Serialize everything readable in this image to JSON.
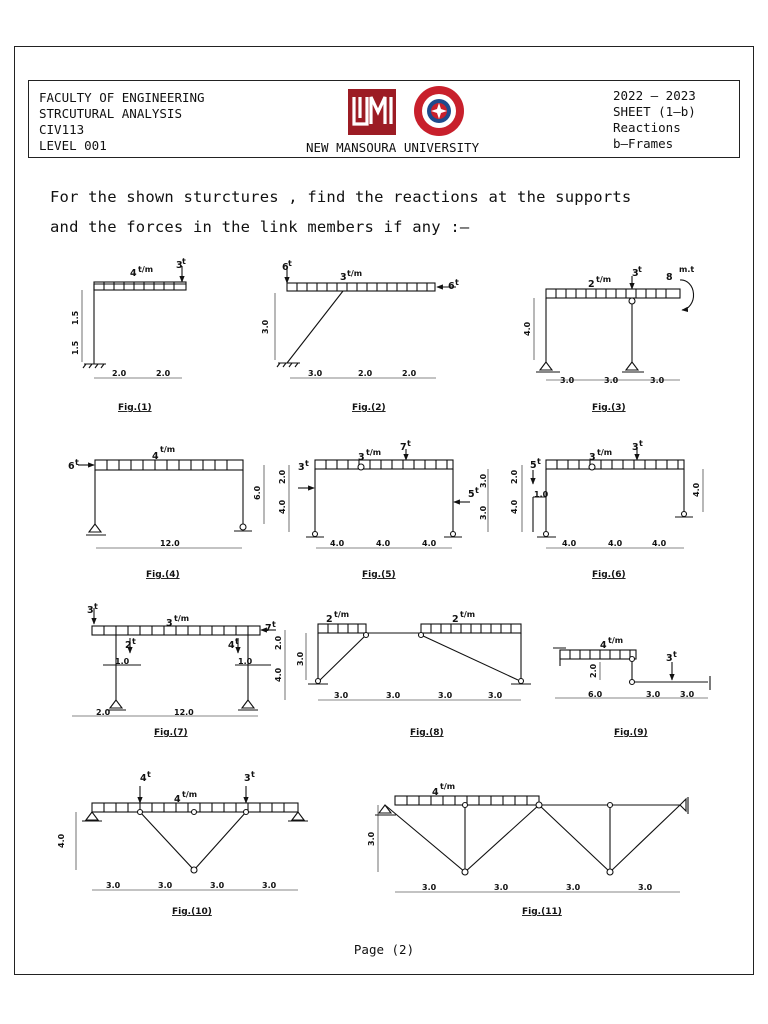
{
  "header": {
    "faculty": "FACULTY OF ENGINEERING",
    "course_name": "STRCUTURAL ANALYSIS",
    "course_code": "CIV113",
    "level": "LEVEL 001",
    "university": "NEW MANSOURA UNIVERSITY",
    "year": "2022 – 2023",
    "sheet": "SHEET (1–b)",
    "topic": "Reactions",
    "subtopic": "b–Frames",
    "seal_text": "NEW MANSOURA UNIVERSITY"
  },
  "question": {
    "line1": "For the shown sturctures , find the reactions at the supports",
    "line2": "and the forces in the link members if any :–"
  },
  "figures": [
    {
      "caption": "Fig.(1)",
      "loads": [
        "4",
        "t/m",
        "3",
        "t"
      ],
      "dims": [
        "1.5",
        "1.5",
        "2.0",
        "2.0"
      ]
    },
    {
      "caption": "Fig.(2)",
      "loads": [
        "6",
        "t",
        "3",
        "t/m",
        "6",
        "t"
      ],
      "dims": [
        "3.0",
        "3.0",
        "2.0",
        "2.0"
      ]
    },
    {
      "caption": "Fig.(3)",
      "loads": [
        "2",
        "t/m",
        "3",
        "t",
        "8",
        "m.t"
      ],
      "dims": [
        "4.0",
        "3.0",
        "3.0",
        "3.0"
      ]
    },
    {
      "caption": "Fig.(4)",
      "loads": [
        "6",
        "t",
        "4",
        "t/m"
      ],
      "dims": [
        "6.0",
        "12.0"
      ]
    },
    {
      "caption": "Fig.(5)",
      "loads": [
        "3",
        "t",
        "3",
        "t/m",
        "7",
        "t",
        "5",
        "t"
      ],
      "dims": [
        "2.0",
        "4.0",
        "3.0",
        "3.0",
        "4.0",
        "4.0",
        "4.0"
      ]
    },
    {
      "caption": "Fig.(6)",
      "loads": [
        "5",
        "t",
        "3",
        "t/m",
        "3",
        "t"
      ],
      "dims": [
        "2.0",
        "1.0",
        "4.0",
        "4.0",
        "4.0",
        "4.0",
        "4.0"
      ]
    },
    {
      "caption": "Fig.(7)",
      "loads": [
        "3",
        "t",
        "3",
        "t/m",
        "7",
        "t",
        "2",
        "t",
        "4",
        "t"
      ],
      "dims": [
        "1.0",
        "1.0",
        "2.0",
        "4.0",
        "2.0",
        "12.0"
      ]
    },
    {
      "caption": "Fig.(8)",
      "loads": [
        "2",
        "t/m",
        "2",
        "t/m"
      ],
      "dims": [
        "3.0",
        "3.0",
        "3.0",
        "3.0",
        "3.0"
      ]
    },
    {
      "caption": "Fig.(9)",
      "loads": [
        "4",
        "t/m",
        "3",
        "t"
      ],
      "dims": [
        "2.0",
        "6.0",
        "3.0",
        "3.0"
      ]
    },
    {
      "caption": "Fig.(10)",
      "loads": [
        "4",
        "t",
        "4",
        "t/m",
        "3",
        "t"
      ],
      "dims": [
        "4.0",
        "3.0",
        "3.0",
        "3.0",
        "3.0"
      ]
    },
    {
      "caption": "Fig.(11)",
      "loads": [
        "4",
        "t/m"
      ],
      "dims": [
        "3.0",
        "3.0",
        "3.0",
        "3.0",
        "3.0"
      ]
    }
  ],
  "footer": {
    "page": "Page (2)"
  },
  "colors": {
    "ink": "#111111",
    "logo_red": "#9c1c24",
    "seal_red": "#c8202c",
    "seal_blue": "#1f4a8c"
  }
}
